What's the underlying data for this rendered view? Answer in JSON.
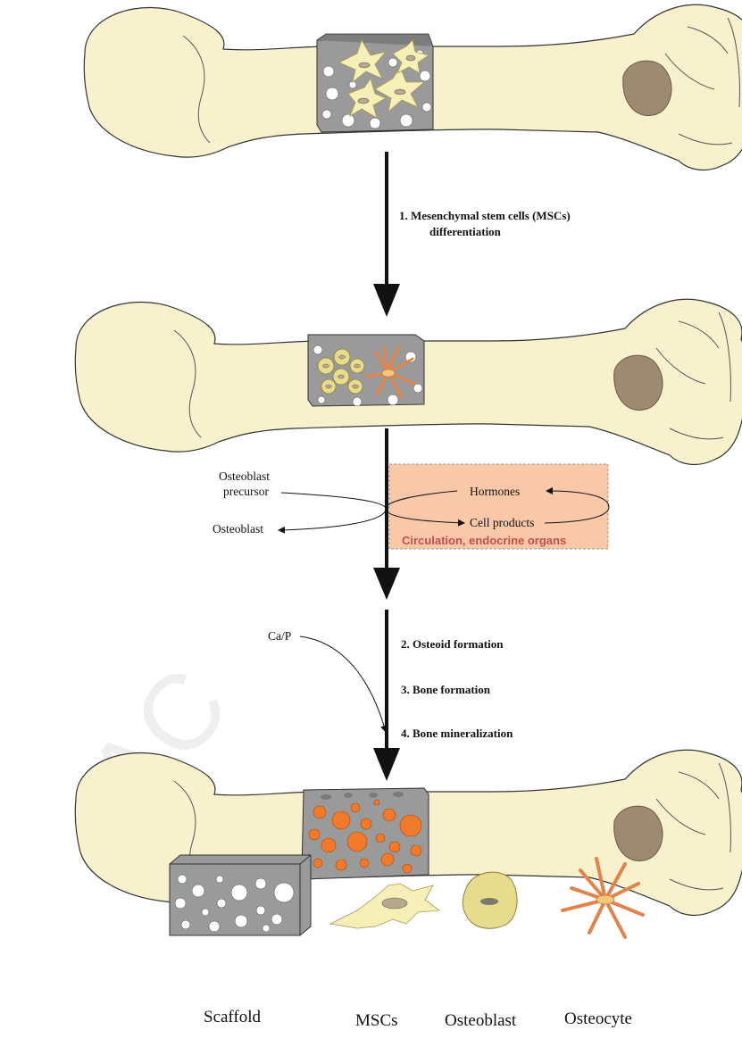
{
  "steps": {
    "step1_line1": "1. Mesenchymal stem cells (MSCs)",
    "step1_line2": "differentiation",
    "step2": "2. Osteoid formation",
    "step3": "3. Bone formation",
    "step4": "4. Bone mineralization"
  },
  "regulation": {
    "precursor_line1": "Osteoblast",
    "precursor_line2": "precursor",
    "osteoblast": "Osteoblast",
    "hormones": "Hormones",
    "cell_products": "Cell products",
    "circulation": "Circulation, endocrine organs",
    "ca_p": "Ca/P"
  },
  "legend": {
    "scaffold": "Scaffold",
    "mscs": "MSCs",
    "osteoblast": "Osteoblast",
    "osteocyte": "Osteocyte"
  },
  "watermark": "AC",
  "colors": {
    "bone_fill": "#f8f1cd",
    "bone_stroke": "#333333",
    "scaffold": "#9a9a9a",
    "mineral": "#f07a2a",
    "circulation_box": "#f9c8a8",
    "circulation_text": "#c0504d"
  }
}
